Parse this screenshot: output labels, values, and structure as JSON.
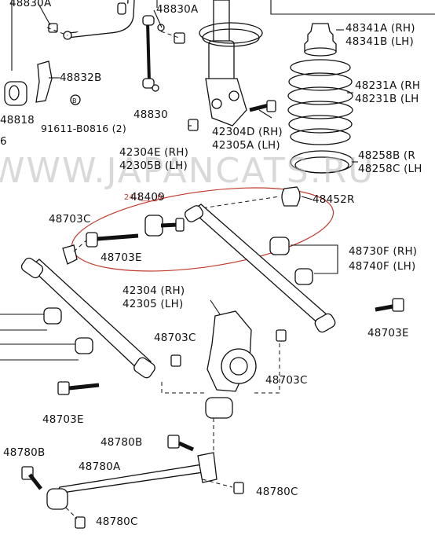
{
  "watermark": "WWW.JAPANCATS.RU",
  "note_red_circle": "24.1____0",
  "labels": {
    "p48830A_top": "48830A",
    "p48830A": "48830A",
    "p48832B": "48832B",
    "p48818": "48818",
    "p91611": "91611-B0816 (2)",
    "p48830": "48830",
    "p_edge6": "6",
    "p48341A": "48341A (RH)",
    "p48341B": "48341B (LH)",
    "p48231A": "48231A (RH",
    "p48231B": "48231B (LH",
    "p42304D": "42304D (RH)",
    "p42305A": "42305A (LH)",
    "p42304E": "42304E (RH)",
    "p42305B": "42305B (LH)",
    "p48258B": "48258B (R",
    "p48258C": "48258C (LH",
    "p48409": "48409",
    "p48452R": "48452R",
    "p48703C_a": "48703C",
    "p48703E_a": "48703E",
    "p48730F": "48730F (RH)",
    "p48740F": "48740F (LH)",
    "p42304": "42304 (RH)",
    "p42305": "42305 (LH)",
    "p48703C_b": "48703C",
    "p48703E_b": "48703E",
    "p48703C_c": "48703C",
    "p48703E_c": "48703E",
    "p48780B_a": "48780B",
    "p48780B_b": "48780B",
    "p48780A": "48780A",
    "p48780C_a": "48780C",
    "p48780C_b": "48780C"
  },
  "colors": {
    "ink": "#111111",
    "annotation": "#c0392b",
    "watermark": "#b9b9b9"
  },
  "icons": [
    "stabilizer-bar-icon",
    "strut-icon",
    "coil-spring-icon",
    "bump-stopper-icon",
    "spring-seat-icon",
    "arm-icon",
    "bushing-icon",
    "bolt-icon",
    "nut-icon",
    "knuckle-icon"
  ]
}
